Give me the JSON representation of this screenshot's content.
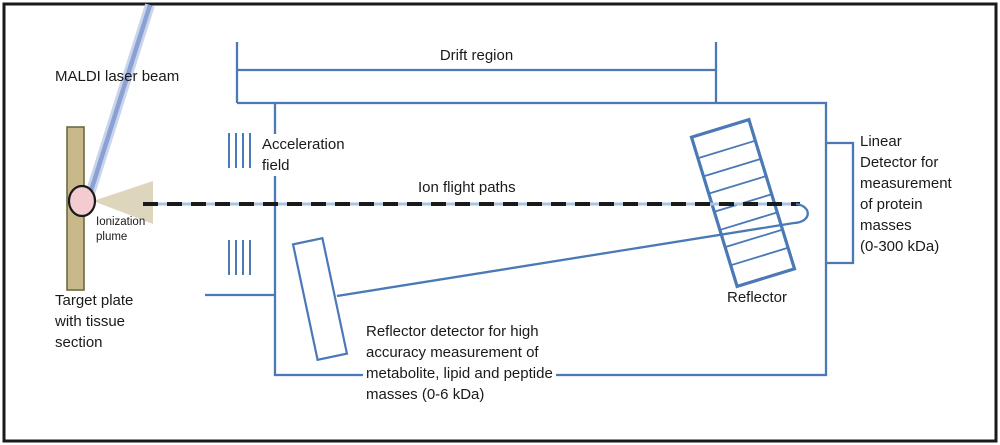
{
  "diagram": {
    "labels": {
      "maldi_laser": "MALDI laser beam",
      "drift_region": "Drift region",
      "acceleration_field": "Acceleration\nfield",
      "ion_flight_paths": "Ion flight paths",
      "ionization_plume": "Ionization\nplume",
      "target_plate": "Target plate\nwith tissue\nsection",
      "reflector": "Reflector",
      "linear_detector": "Linear\nDetector for\nmeasurement\nof protein\nmasses\n(0-300 kDa)",
      "reflector_detector": "Reflector detector for high\naccuracy measurement of\nmetabolite, lipid and peptide\nmasses (0-6 kDa)"
    },
    "colors": {
      "line_blue": "#4a79b6",
      "beam_outer": "#c7d3eb",
      "beam_inner": "#8ba1d4",
      "plate_fill": "#c9b98a",
      "plate_border": "#6d6a45",
      "plume_fill": "#ded5bd",
      "tissue_fill": "#f3cbd0",
      "path_underlay": "#a9c3e2",
      "ink_black": "#1a1a1a"
    }
  }
}
